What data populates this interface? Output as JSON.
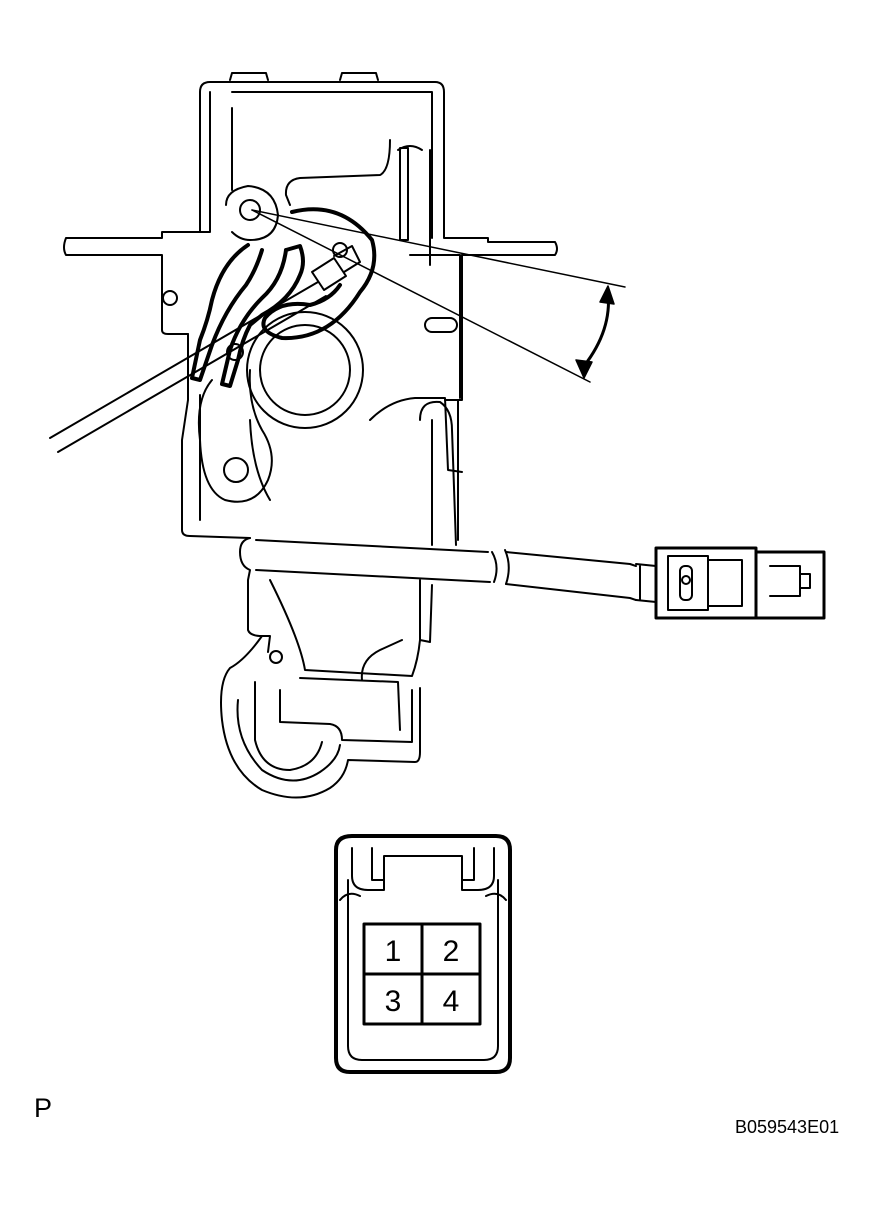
{
  "diagram": {
    "view_label": "P",
    "figure_code": "B059543E01",
    "connector_terminals": [
      "1",
      "2",
      "3",
      "4"
    ]
  }
}
